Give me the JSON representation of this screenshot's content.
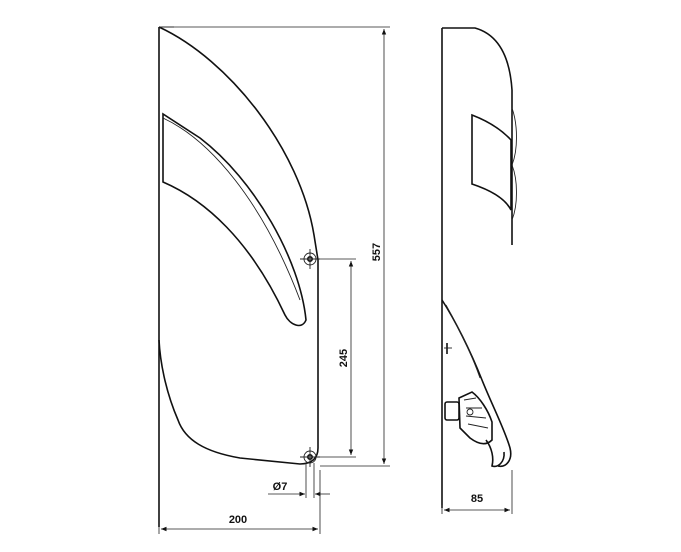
{
  "drawing": {
    "dimensions": {
      "height_total": "557",
      "hole_spacing": "245",
      "hole_diameter": "Ø7",
      "width_front": "200",
      "depth_side": "85"
    }
  }
}
